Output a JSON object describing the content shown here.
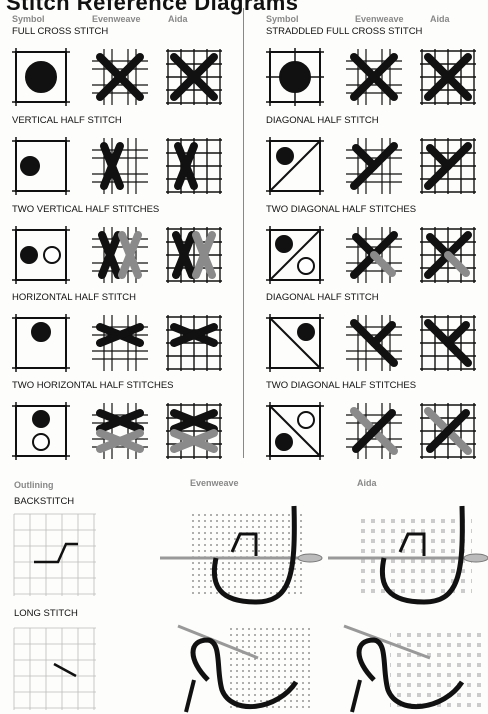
{
  "title": "Stitch Reference Diagrams",
  "top_headers": {
    "left": {
      "symbol": "Symbol",
      "evenweave": "Evenweave",
      "aida": "Aida"
    },
    "right": {
      "symbol": "Symbol",
      "evenweave": "Evenweave",
      "aida": "Aida"
    }
  },
  "left_stitches": [
    {
      "label": "FULL CROSS STITCH",
      "symbol": "full-dot"
    },
    {
      "label": "VERTICAL HALF STITCH",
      "symbol": "vertical-half"
    },
    {
      "label": "TWO VERTICAL HALF STITCHES",
      "symbol": "two-vertical-half"
    },
    {
      "label": "HORIZONTAL HALF STITCH",
      "symbol": "horizontal-half"
    },
    {
      "label": "TWO HORIZONTAL HALF STITCHES",
      "symbol": "two-horizontal-half"
    }
  ],
  "right_stitches": [
    {
      "label": "STRADDLED FULL CROSS STITCH",
      "symbol": "straddled"
    },
    {
      "label": "DIAGONAL HALF STITCH",
      "symbol": "diagonal-half-up"
    },
    {
      "label": "TWO DIAGONAL HALF STITCHES",
      "symbol": "two-diagonal-up"
    },
    {
      "label": "DIAGONAL HALF STITCH",
      "symbol": "diagonal-half-down"
    },
    {
      "label": "TWO DIAGONAL HALF STITCHES",
      "symbol": "two-diagonal-down"
    }
  ],
  "outlining": {
    "headers": {
      "outlining": "Outlining",
      "evenweave": "Evenweave",
      "aida": "Aida"
    },
    "items": [
      {
        "label": "BACKSTITCH"
      },
      {
        "label": "LONG STITCH"
      }
    ]
  },
  "colors": {
    "ink": "#111111",
    "grey_thread": "#8a8a8a",
    "label_grey": "#888888"
  }
}
